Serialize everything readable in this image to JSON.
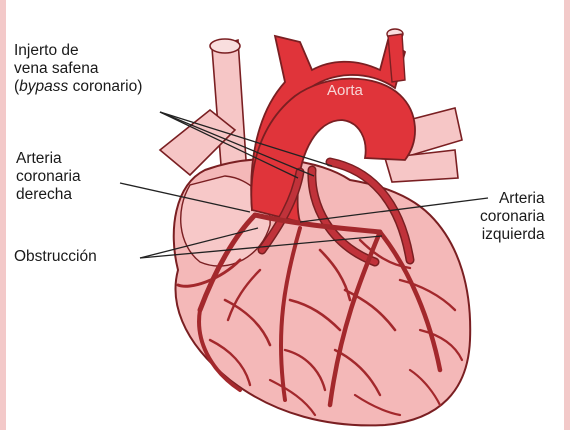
{
  "labels": {
    "graft_line1": "Injerto de",
    "graft_line2": "vena safena",
    "graft_paren_open": "(",
    "graft_italic": "bypass",
    "graft_rest": " coronario)",
    "right_coronary_line1": "Arteria",
    "right_coronary_line2": "coronaria",
    "right_coronary_line3": "derecha",
    "obstruction": "Obstrucción",
    "left_coronary_line1": "Arteria",
    "left_coronary_line2": "coronaria",
    "left_coronary_line3": "izquierda",
    "aorta": "Aorta"
  },
  "colors": {
    "heart_fill": "#f4b8b8",
    "heart_outline": "#7a1f22",
    "aorta": "#e0343a",
    "artery": "#a3282c",
    "graft": "#b82a30",
    "vessel_light": "#f6c6c6",
    "leader": "#222222"
  }
}
